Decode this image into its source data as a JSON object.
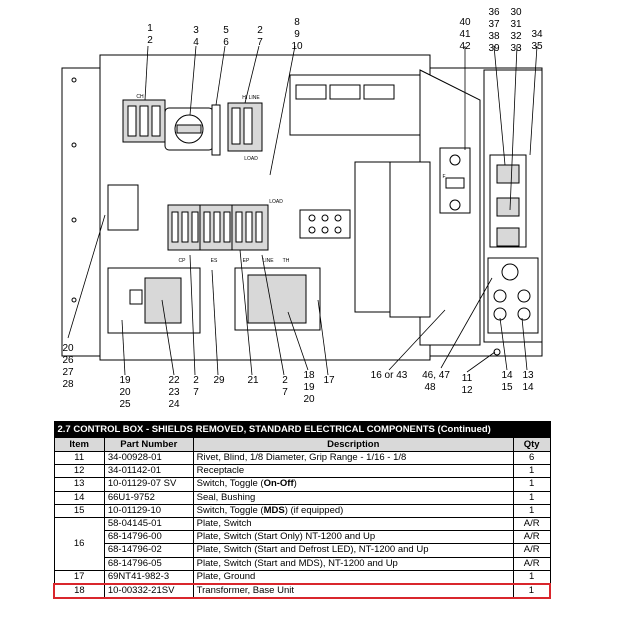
{
  "callouts": [
    {
      "id": "c1",
      "text": "1"
    },
    {
      "id": "c2",
      "text": "2"
    },
    {
      "id": "c3",
      "text": "3"
    },
    {
      "id": "c4",
      "text": "4"
    },
    {
      "id": "c5",
      "text": "5"
    },
    {
      "id": "c6",
      "text": "6"
    },
    {
      "id": "c2b",
      "text": "2"
    },
    {
      "id": "c7",
      "text": "7"
    },
    {
      "id": "c8",
      "text": "8"
    },
    {
      "id": "c9",
      "text": "9"
    },
    {
      "id": "c10",
      "text": "10"
    },
    {
      "id": "c40",
      "text": "40"
    },
    {
      "id": "c41",
      "text": "41"
    },
    {
      "id": "c42",
      "text": "42"
    },
    {
      "id": "c36",
      "text": "36"
    },
    {
      "id": "c37",
      "text": "37"
    },
    {
      "id": "c38",
      "text": "38"
    },
    {
      "id": "c39",
      "text": "39"
    },
    {
      "id": "c30",
      "text": "30"
    },
    {
      "id": "c31",
      "text": "31"
    },
    {
      "id": "c32",
      "text": "32"
    },
    {
      "id": "c33",
      "text": "33"
    },
    {
      "id": "c34",
      "text": "34"
    },
    {
      "id": "c35",
      "text": "35"
    },
    {
      "id": "c20",
      "text": "20"
    },
    {
      "id": "c26",
      "text": "26"
    },
    {
      "id": "c27",
      "text": "27"
    },
    {
      "id": "c28",
      "text": "28"
    },
    {
      "id": "c19",
      "text": "19"
    },
    {
      "id": "c20b",
      "text": "20"
    },
    {
      "id": "c25",
      "text": "25"
    },
    {
      "id": "c22",
      "text": "22"
    },
    {
      "id": "c23",
      "text": "23"
    },
    {
      "id": "c24",
      "text": "24"
    },
    {
      "id": "c2c",
      "text": "2"
    },
    {
      "id": "c7b",
      "text": "7"
    },
    {
      "id": "c29",
      "text": "29"
    },
    {
      "id": "c21",
      "text": "21"
    },
    {
      "id": "c2d",
      "text": "2"
    },
    {
      "id": "c7c",
      "text": "7"
    },
    {
      "id": "c18",
      "text": "18"
    },
    {
      "id": "c19b",
      "text": "19"
    },
    {
      "id": "c20c",
      "text": "20"
    },
    {
      "id": "c17",
      "text": "17"
    },
    {
      "id": "c16",
      "text": "16  or 43"
    },
    {
      "id": "c46",
      "text": "46, 47"
    },
    {
      "id": "c48",
      "text": "48"
    },
    {
      "id": "c11",
      "text": "11"
    },
    {
      "id": "c12",
      "text": "12"
    },
    {
      "id": "c14",
      "text": "14"
    },
    {
      "id": "c15",
      "text": "15"
    },
    {
      "id": "c13",
      "text": "13"
    },
    {
      "id": "c14b",
      "text": "14"
    }
  ],
  "component_labels": {
    "ch": "CH",
    "hi_line": "HI LINE",
    "load": "LOAD",
    "load2": "LOAD",
    "cp": "CP",
    "es": "ES",
    "ep": "EP",
    "line": "LINE",
    "th": "TH",
    "f": "F"
  },
  "table": {
    "title": "2.7 CONTROL BOX - SHIELDS REMOVED, STANDARD ELECTRICAL COMPONENTS (Continued)",
    "headers": [
      "Item",
      "Part Number",
      "Description",
      "Qty"
    ],
    "rows": [
      {
        "item": "11",
        "part": "34-00928-01",
        "desc": "Rivet, Blind, 1/8 Diameter, Grip Range - 1/16 - 1/8",
        "qty": "6"
      },
      {
        "item": "12",
        "part": "34-01142-01",
        "desc": "Receptacle",
        "qty": "1"
      },
      {
        "item": "13",
        "part": "10-01129-07 SV",
        "desc": "Switch, Toggle (On-Off)",
        "qty": "1"
      },
      {
        "item": "14",
        "part": "66U1-9752",
        "desc": "Seal, Bushing",
        "qty": "1"
      },
      {
        "item": "15",
        "part": "10-01129-10",
        "desc": "Switch, Toggle (MDS) (if equipped)",
        "qty": "1"
      },
      {
        "item": "16",
        "part": "58-04145-01",
        "desc": "Plate, Switch",
        "qty": "A/R"
      },
      {
        "item": "",
        "part": "68-14796-00",
        "desc": "Plate, Switch (Start Only) NT-1200 and Up",
        "qty": "A/R"
      },
      {
        "item": "",
        "part": "68-14796-02",
        "desc": "Plate, Switch (Start and Defrost LED), NT-1200 and Up",
        "qty": "A/R"
      },
      {
        "item": "",
        "part": "68-14796-05",
        "desc": "Plate, Switch (Start and MDS), NT-1200 and Up",
        "qty": "A/R"
      },
      {
        "item": "17",
        "part": "69NT41-982-3",
        "desc": "Plate, Ground",
        "qty": "1"
      },
      {
        "item": "18",
        "part": "10-00332-21SV",
        "desc": "Transformer, Base Unit",
        "qty": "1"
      }
    ],
    "highlight_color": "#d9262c"
  }
}
